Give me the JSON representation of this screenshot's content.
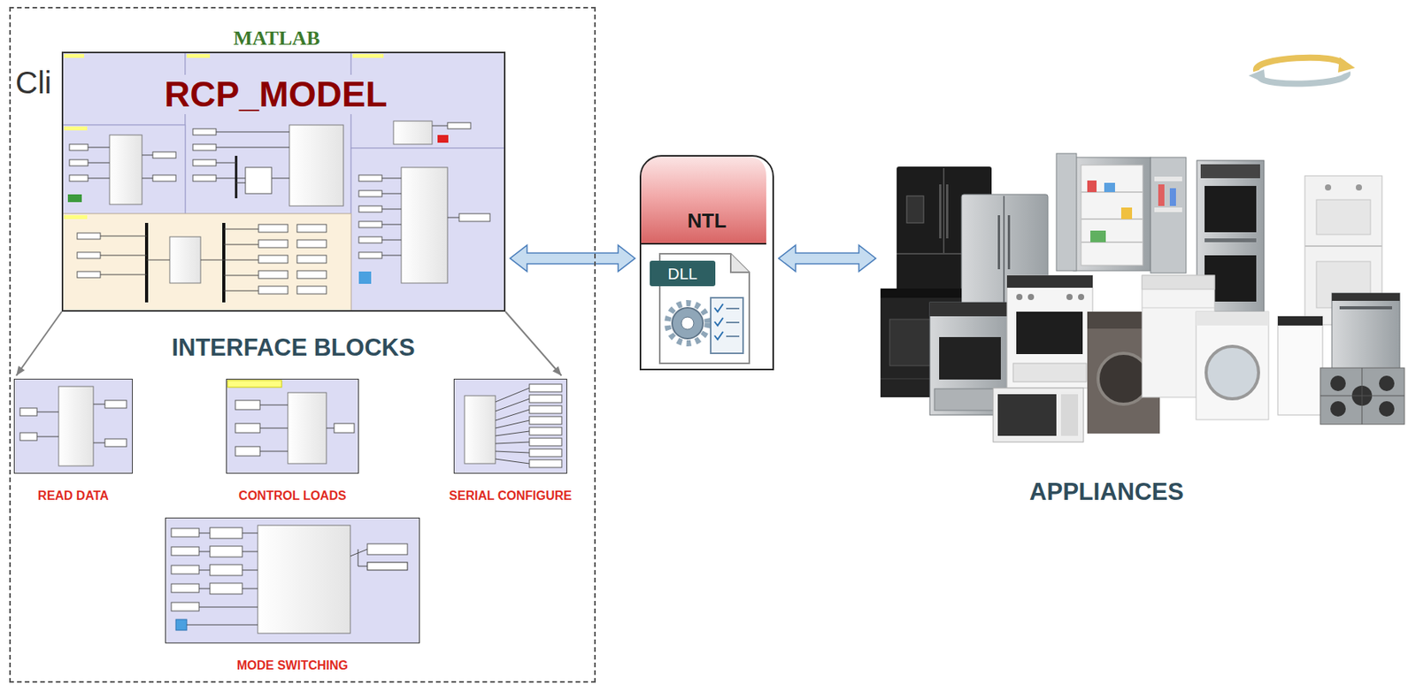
{
  "diagram": {
    "nodes": [
      {
        "text": [
          "Cli"
        ]
      },
      {
        "text": [
          "MATLAB",
          "RCP_MODEL"
        ],
        "in": 0
      },
      {
        "text": [
          "READ DATA"
        ],
        "in": 0
      },
      {
        "text": [
          "CONTROL LOADS"
        ],
        "in": 0
      },
      {
        "text": [
          "SERIAL CONFIGURE"
        ],
        "in": 0
      },
      {
        "text": [
          "MODE SWITCHING"
        ],
        "in": 0
      },
      {
        "text": [
          "NTL",
          "DLL"
        ]
      },
      {
        "text": [
          "APPLIANCES"
        ]
      }
    ],
    "edges": [
      {
        "from": 1,
        "to": 6,
        "arrow": "both"
      },
      {
        "from": 6,
        "to": 7,
        "arrow": "both"
      },
      {
        "from": 1,
        "to": 2,
        "arrow": "to"
      },
      {
        "from": 1,
        "to": 4,
        "arrow": "to"
      }
    ],
    "labels": [
      "INTERFACE BLOCKS"
    ]
  }
}
